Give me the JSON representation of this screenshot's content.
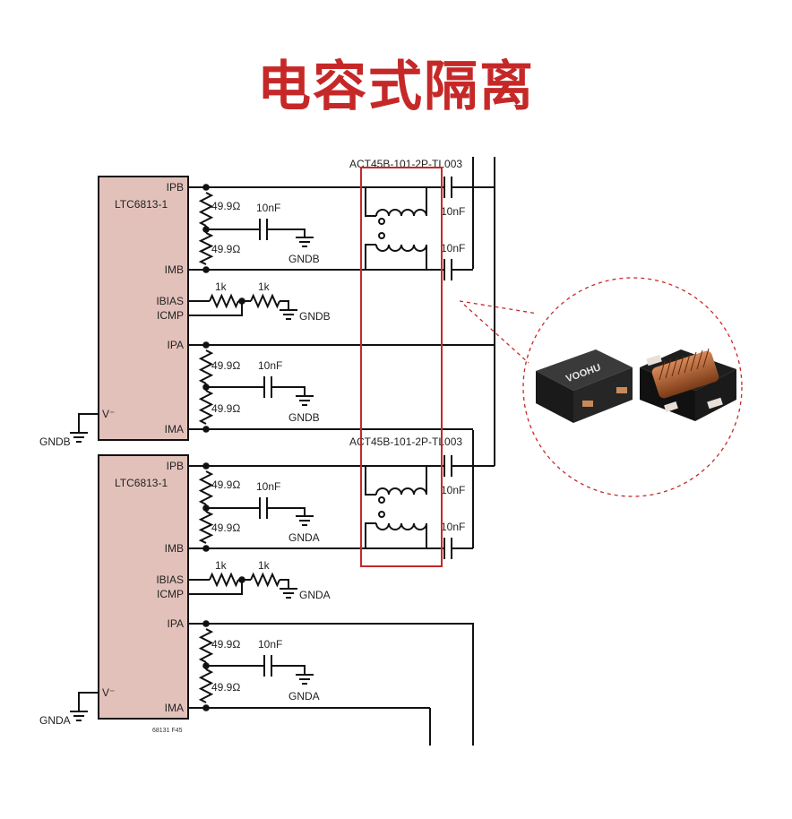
{
  "title": "电容式隔离",
  "colors": {
    "title": "#c62828",
    "chip": "#e3c1bb",
    "highlight": "#c62828",
    "wire": "#111111"
  },
  "transformer_label": "ACT45B-101-2P-TL003",
  "figure_id": "68131 F45",
  "product_logo": "VOOHU",
  "chips": [
    {
      "name": "LTC6813-1",
      "pins": {
        "ipb": "IPB",
        "imb": "IMB",
        "ibias": "IBIAS",
        "icmp": "ICMP",
        "ipa": "IPA",
        "ima": "IMA",
        "vminus": "V⁻"
      },
      "gnd": "GNDB",
      "r1": "49.9Ω",
      "r2": "49.9Ω",
      "cap": "10nF",
      "cap_gnd": "GNDB",
      "rb1": "1k",
      "rb2": "1k",
      "bias_gnd": "GNDB",
      "r3": "49.9Ω",
      "r4": "49.9Ω",
      "cap2": "10nF",
      "cap2_gnd": "GNDB",
      "cap_top": "10nF",
      "cap_bot": "10nF"
    },
    {
      "name": "LTC6813-1",
      "pins": {
        "ipb": "IPB",
        "imb": "IMB",
        "ibias": "IBIAS",
        "icmp": "ICMP",
        "ipa": "IPA",
        "ima": "IMA",
        "vminus": "V⁻"
      },
      "gnd": "GNDA",
      "r1": "49.9Ω",
      "r2": "49.9Ω",
      "cap": "10nF",
      "cap_gnd": "GNDA",
      "rb1": "1k",
      "rb2": "1k",
      "bias_gnd": "GNDA",
      "r3": "49.9Ω",
      "r4": "49.9Ω",
      "cap2": "10nF",
      "cap2_gnd": "GNDA",
      "cap_top": "10nF",
      "cap_bot": "10nF"
    }
  ]
}
